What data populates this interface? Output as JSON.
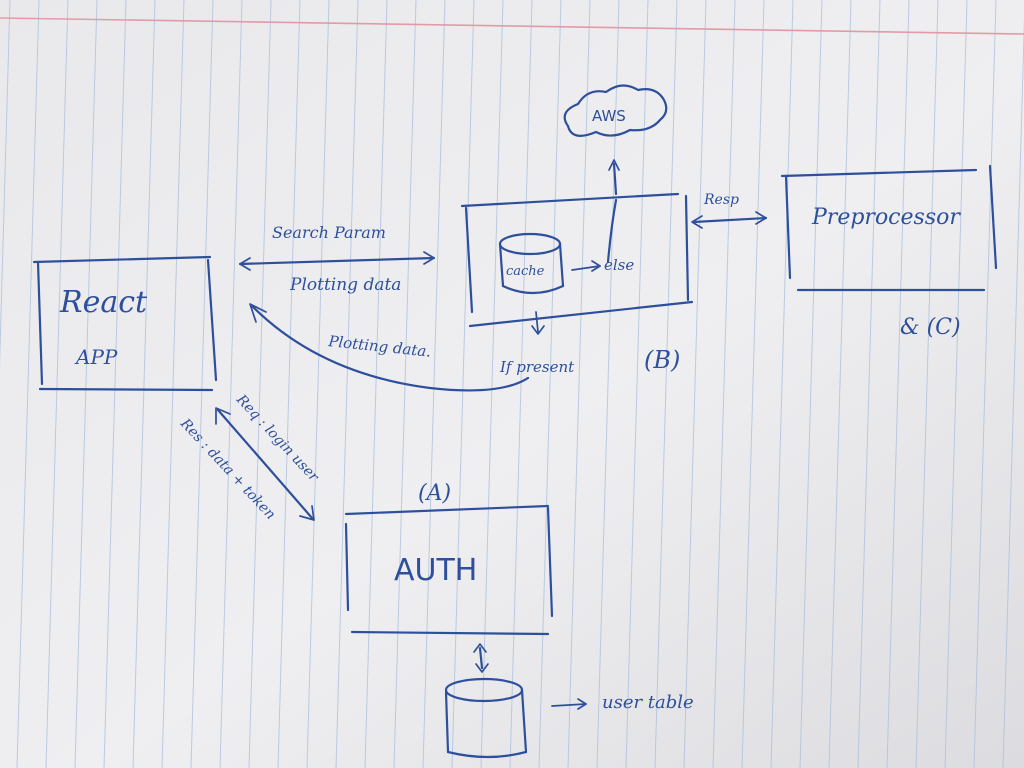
{
  "nodes": {
    "react_app": {
      "line1": "React",
      "line2": "APP"
    },
    "server": {
      "tag": "(B)"
    },
    "preprocessor": {
      "label": "Preprocessor",
      "tag": "& (C)"
    },
    "auth": {
      "label": "AUTH",
      "tag": "(A)"
    },
    "aws": {
      "label": "AWS"
    },
    "cache": {
      "label": "cache",
      "else": "else"
    },
    "user_db": {
      "label": "user table"
    }
  },
  "edges": {
    "search_param": "Search Param",
    "plotting_data_top": "Plotting data",
    "plotting_data_curve": "Plotting data.",
    "if_present": "If present",
    "resp": "Resp",
    "req_login": "Req : login user",
    "res_data_token": "Res : data + token"
  },
  "colors": {
    "ink": "#2e4f9c",
    "rule_line": "#a9bfdc",
    "margin_line": "#e39aa7",
    "paper": "#ececee"
  }
}
